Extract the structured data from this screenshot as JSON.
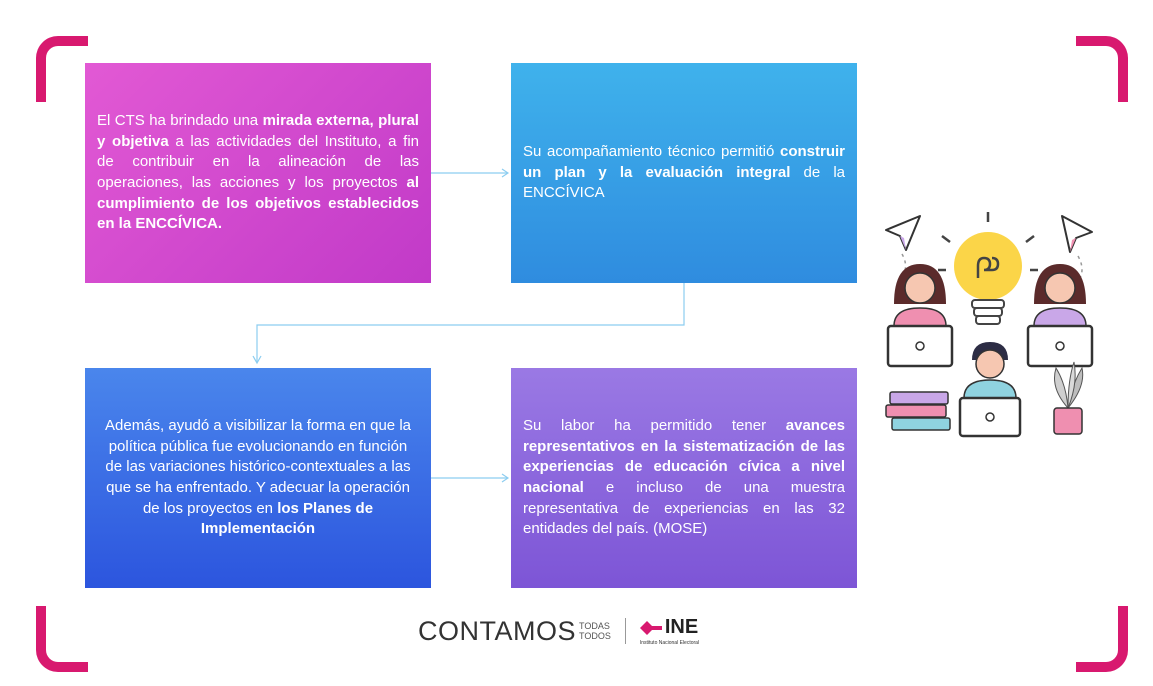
{
  "boxes": {
    "b1": {
      "t1": "El CTS ha brindado una ",
      "b1": "mirada externa, plural y objetiva",
      "t2": " a las actividades del Instituto, a fin de contribuir en la alineación de las operaciones, las acciones y los proyectos ",
      "b2": "al cumplimiento de los objetivos establecidos en la ENCCÍVICA."
    },
    "b2": {
      "t1": "Su acompañamiento técnico permitió ",
      "b1": "construir un plan y la evaluación integral",
      "t2": " de la ENCCÍVICA"
    },
    "b3": {
      "t1": "Además, ayudó a visibilizar la forma en que la política pública fue evolucionando en función de las variaciones histórico-contextuales a las que se ha enfrentado. Y adecuar la operación de los proyectos en ",
      "b1": "los Planes de Implementación"
    },
    "b4": {
      "t1": "Su labor ha permitido tener ",
      "b1": "avances representativos en la sistematización de las experiencias de educación cívica a nivel nacional",
      "t2": " e incluso de una muestra representativa de experiencias en las 32 entidades del país. (MOSE)"
    }
  },
  "footer": {
    "contamos": "CONTAMOS",
    "todas": "TODAS",
    "todos": "TODOS",
    "ine": "INE",
    "ine_sub": "Instituto Nacional Electoral"
  },
  "colors": {
    "bracket": "#d8196f",
    "box1": "#d34ccf",
    "box2": "#3aa3e8",
    "box3": "#3b6ee6",
    "box4": "#8c66de",
    "connector": "#8ccdf0"
  },
  "illustration": {
    "icons": [
      "paper-plane-icon",
      "light-bulb-icon",
      "woman-laptop-icon",
      "man-laptop-icon",
      "books-icon",
      "plant-icon"
    ]
  }
}
